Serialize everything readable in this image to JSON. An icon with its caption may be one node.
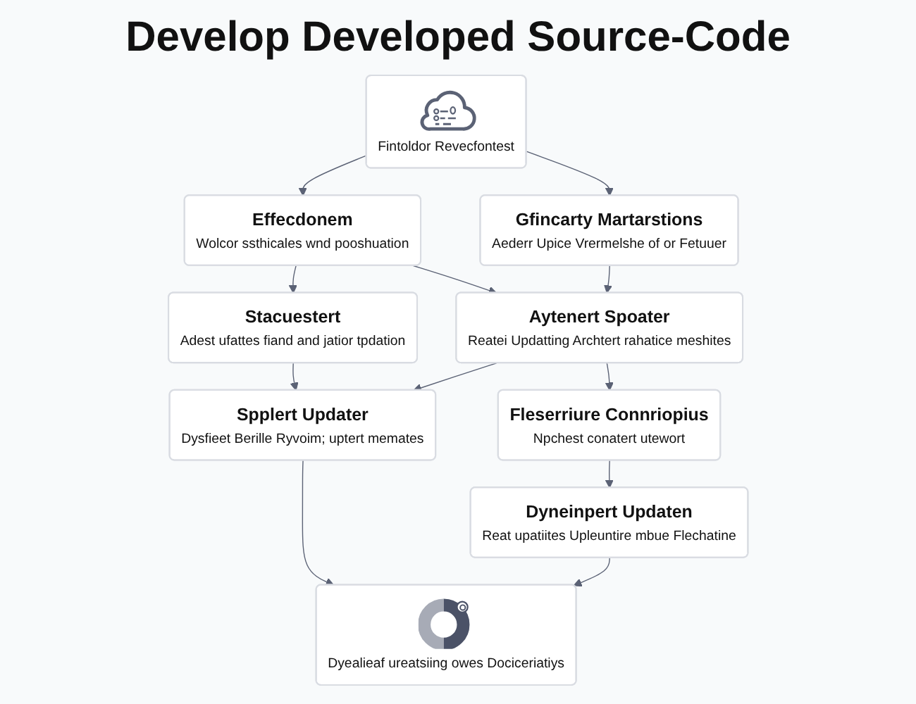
{
  "diagram": {
    "title": "Develop Developed Source-Code",
    "nodes": [
      {
        "text": [
          "Fintoldor Revecfontest"
        ]
      },
      {
        "text": [
          "Effecdonem",
          "Wolcor ssthicales wnd pooshuation"
        ]
      },
      {
        "text": [
          "Stacuestert",
          "Adest ufattes fiand and jatior tpdation"
        ]
      },
      {
        "text": [
          "Gfincarty Martarstions",
          "Aederr Upice Vrermelshe of or Fetuuer"
        ]
      },
      {
        "text": [
          "Aytenert Spoater",
          "Reatei Updatting Archtert rahatice meshites"
        ]
      },
      {
        "text": [
          "Spplert Updater",
          "Dysfieet Berille Ryvoim; uptert memates"
        ]
      },
      {
        "text": [
          "Fleserriure Connriopius",
          "Npchest conatert utewort"
        ]
      },
      {
        "text": [
          "Dyneinpert Updaten",
          "Reat upatiites Upleuntire mbue Flechatine"
        ]
      },
      {
        "text": [
          "Dyealieaf ureatsiing owes Dociceriatiys"
        ]
      }
    ],
    "edges": [
      {
        "from": 0,
        "to": 1,
        "arrow": "to"
      },
      {
        "from": 1,
        "to": 2,
        "arrow": "to"
      },
      {
        "from": 0,
        "to": 3,
        "arrow": "to"
      },
      {
        "from": 1,
        "to": 4,
        "arrow": "to"
      },
      {
        "from": 2,
        "to": 5,
        "arrow": "to"
      },
      {
        "from": 3,
        "to": 4,
        "arrow": "to"
      },
      {
        "from": 4,
        "to": 5,
        "arrow": "to"
      },
      {
        "from": 4,
        "to": 6,
        "arrow": "to"
      },
      {
        "from": 5,
        "to": 8,
        "arrow": "to"
      },
      {
        "from": 6,
        "to": 7,
        "arrow": "to"
      },
      {
        "from": 7,
        "to": 8,
        "arrow": "to"
      }
    ]
  }
}
